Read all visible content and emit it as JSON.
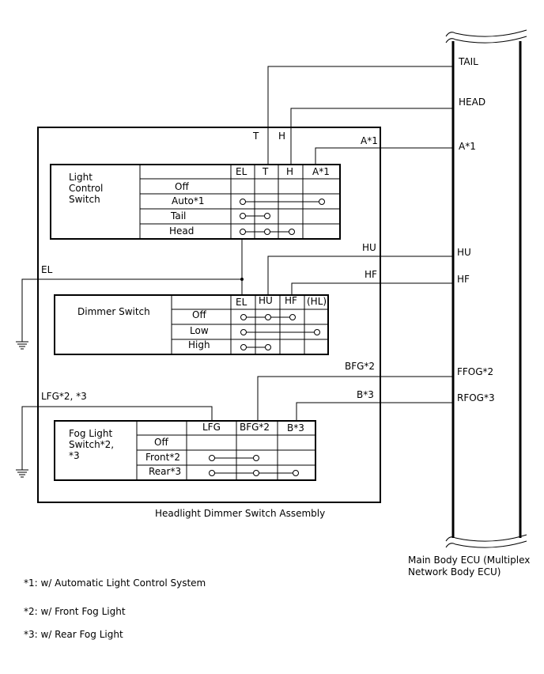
{
  "ecu": {
    "terminals": {
      "tail": "TAIL",
      "head": "HEAD",
      "a1": "A*1",
      "hu": "HU",
      "hf": "HF",
      "ffog": "FFOG*2",
      "rfog": "RFOG*3"
    },
    "name_line1": "Main Body ECU (Multiplex",
    "name_line2": "Network Body ECU)"
  },
  "assembly": {
    "name": "Headlight Dimmer Switch Assembly",
    "wire_labels": {
      "t": "T",
      "h": "H",
      "a1": "A*1",
      "hu": "HU",
      "hf": "HF",
      "bfg": "BFG*2",
      "b3": "B*3",
      "el": "EL",
      "lfg": "LFG*2, *3"
    }
  },
  "light_control_switch": {
    "name_lines": [
      "Light",
      "Control",
      "Switch"
    ],
    "columns": [
      "EL",
      "T",
      "H",
      "A*1"
    ],
    "rows": [
      "Off",
      "Auto*1",
      "Tail",
      "Head"
    ]
  },
  "dimmer_switch": {
    "name": "Dimmer Switch",
    "columns": [
      "EL",
      "HU",
      "HF",
      "(HL)"
    ],
    "rows": [
      "Off",
      "Low",
      "High"
    ]
  },
  "fog_light_switch": {
    "name_lines": [
      "Fog Light",
      "Switch*2,",
      "*3"
    ],
    "columns": [
      "LFG",
      "BFG*2",
      "B*3"
    ],
    "rows": [
      "Off",
      "Front*2",
      "Rear*3"
    ]
  },
  "notes": [
    "*1: w/ Automatic Light Control System",
    "*2: w/ Front Fog Light",
    "*3: w/ Rear Fog Light"
  ]
}
